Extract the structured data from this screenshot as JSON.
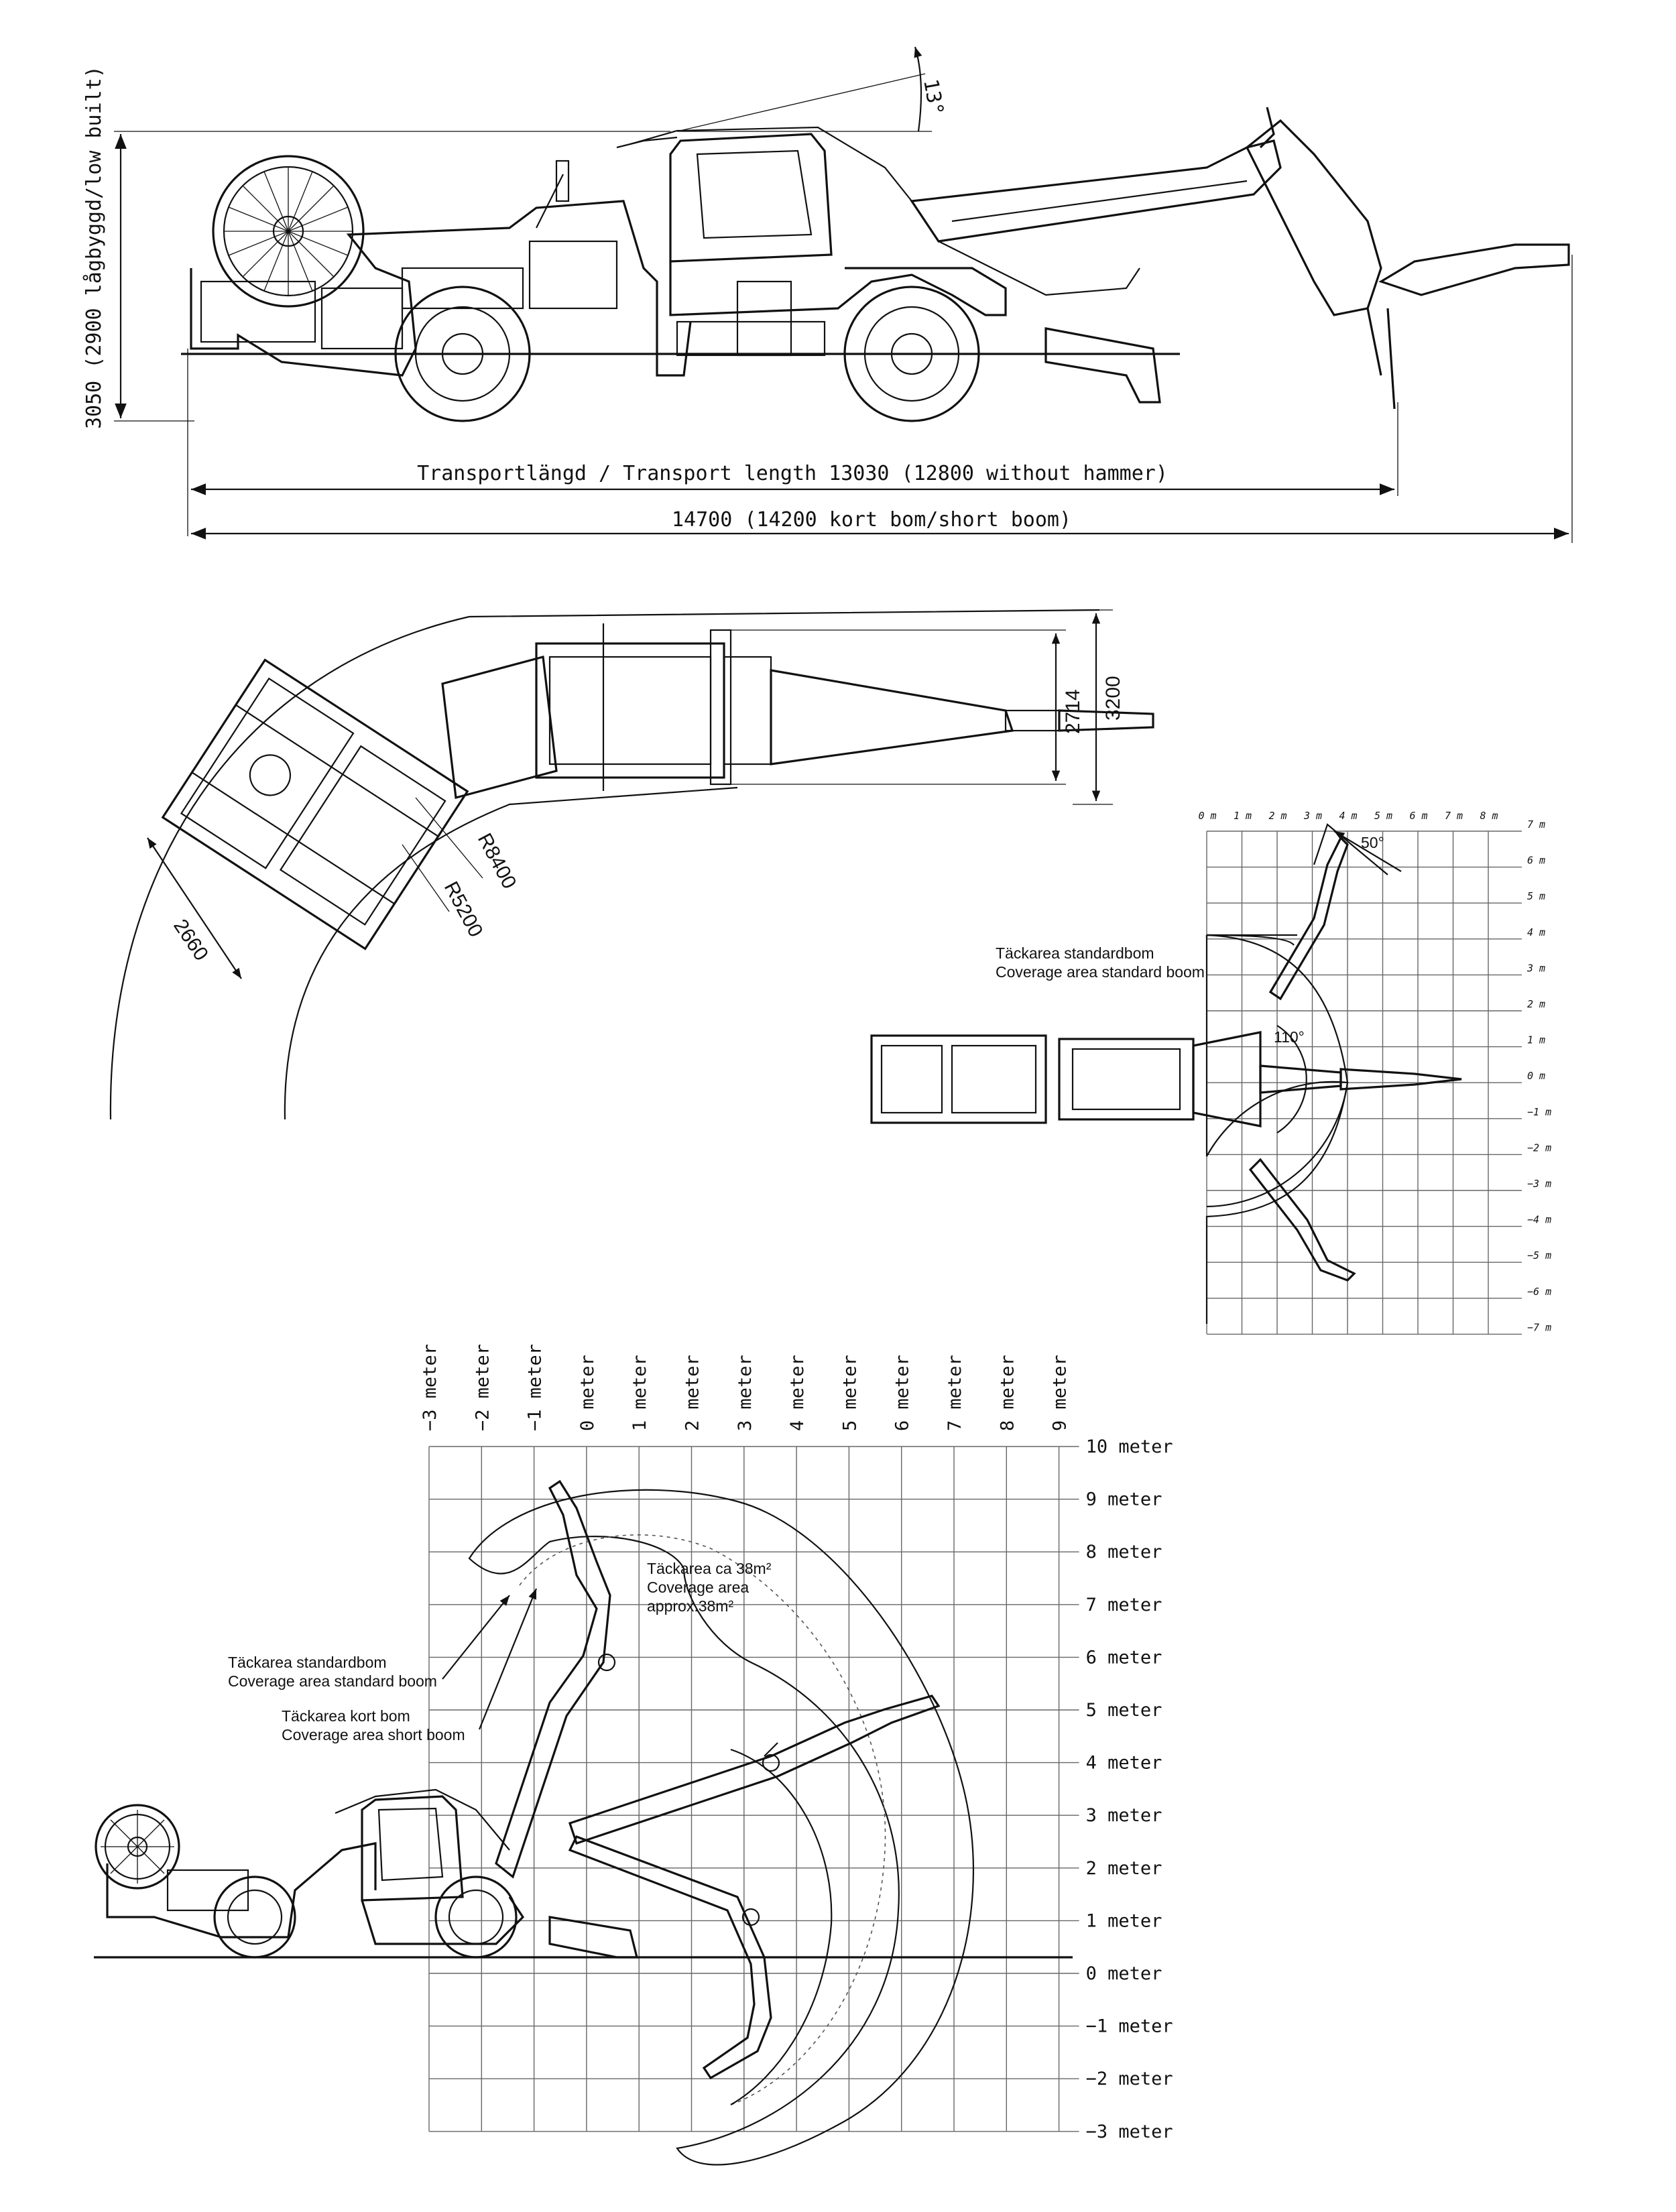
{
  "side_view": {
    "angle_label": "13°",
    "height_label": "3050 (2900 lågbyggd/low built)",
    "transport_length_label": "Transportlängd / Transport length 13030 (12800 without hammer)",
    "total_length_label": "14700 (14200 kort bom/short boom)"
  },
  "top_view": {
    "width_small_label": "2714",
    "width_large_label": "3200",
    "rear_width_label": "2660",
    "outer_radius_label": "R8400",
    "inner_radius_label": "R5200"
  },
  "coverage_plan": {
    "label_sv": "Täckarea standardbom",
    "label_en": "Coverage area standard boom",
    "swing_angle_label": "50°",
    "slew_angle_label": "110°",
    "x_ticks": [
      "0 m",
      "1 m",
      "2 m",
      "3 m",
      "4 m",
      "5 m",
      "6 m",
      "7 m",
      "8 m"
    ],
    "y_ticks": [
      "7 m",
      "6 m",
      "5 m",
      "4 m",
      "3 m",
      "2 m",
      "1 m",
      "0 m",
      "−1 m",
      "−2 m",
      "−3 m",
      "−4 m",
      "−5 m",
      "−6 m",
      "−7 m"
    ]
  },
  "coverage_elevation": {
    "area_label_sv": "Täckarea ca 38m²",
    "area_label_en_1": "Coverage area",
    "area_label_en_2": "approx.38m²",
    "standard_boom_sv": "Täckarea standardbom",
    "standard_boom_en": "Coverage area standard boom",
    "short_boom_sv": "Täckarea kort bom",
    "short_boom_en": "Coverage area short boom",
    "x_ticks": [
      "−3 meter",
      "−2 meter",
      "−1 meter",
      "0 meter",
      "1 meter",
      "2 meter",
      "3 meter",
      "4 meter",
      "5 meter",
      "6 meter",
      "7 meter",
      "8 meter",
      "9 meter"
    ],
    "y_ticks": [
      "10 meter",
      "9 meter",
      "8 meter",
      "7 meter",
      "6 meter",
      "5 meter",
      "4 meter",
      "3 meter",
      "2 meter",
      "1 meter",
      "0 meter",
      "−1 meter",
      "−2 meter",
      "−3 meter"
    ]
  }
}
